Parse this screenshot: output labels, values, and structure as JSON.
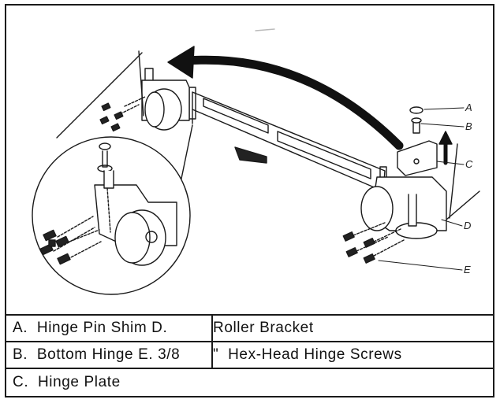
{
  "callouts": {
    "a": "A",
    "b": "B",
    "c": "C",
    "d": "D",
    "e": "E"
  },
  "legend": {
    "row1_left": "A.  Hinge Pin Shim D.",
    "row1_right": "Roller Bracket",
    "row2_left": "B.  Bottom Hinge E. 3/8",
    "row2_right": "\"  Hex-Head Hinge Screws",
    "row3_left": "C.  Hinge Plate"
  },
  "colors": {
    "line": "#1a1a1a",
    "arrow": "#111111"
  }
}
